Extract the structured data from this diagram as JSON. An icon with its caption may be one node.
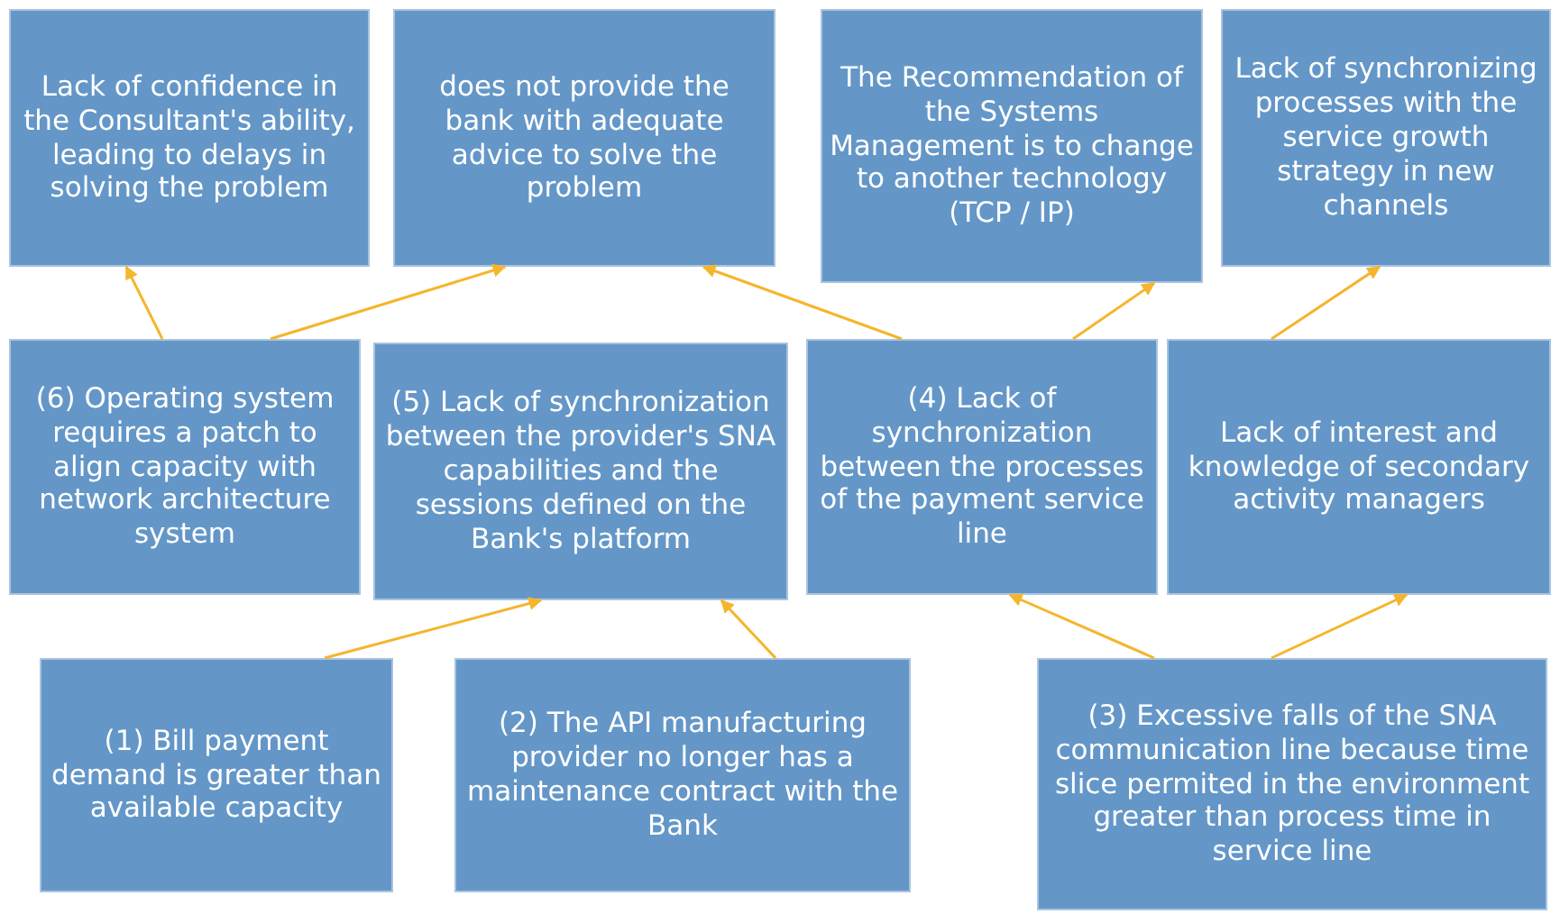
{
  "diagram": {
    "nodes": [
      {
        "text": [
          "Lack of confidence in the Consultant's ability, leading to delays in solving the problem"
        ]
      },
      {
        "text": [
          "does not provide the bank with adequate advice to solve the problem"
        ]
      },
      {
        "text": [
          "The Recommendation of the Systems Management is to change to another technology (TCP / IP)"
        ]
      },
      {
        "text": [
          "Lack of synchronizing processes with the service growth strategy in new channels"
        ]
      },
      {
        "text": [
          "(6) Operating system requires a patch to align capacity with network architecture system"
        ]
      },
      {
        "text": [
          "(5) Lack of synchronization between the provider's SNA capabilities and the sessions defined on the Bank's platform"
        ]
      },
      {
        "text": [
          "(4) Lack of synchronization between the processes of the payment service line"
        ]
      },
      {
        "text": [
          "Lack of interest and knowledge of secondary activity managers"
        ]
      },
      {
        "text": [
          "(1) Bill payment demand is greater than available capacity"
        ]
      },
      {
        "text": [
          "(2) The API manufacturing provider no longer has a maintenance contract with the Bank"
        ]
      },
      {
        "text": [
          "(3) Excessive falls of the SNA communication line because time slice permited in the environment  greater than process time in service line"
        ]
      }
    ],
    "edges": [
      {
        "from": 4,
        "to": 0,
        "arrow": "to"
      },
      {
        "from": 4,
        "to": 1,
        "arrow": "to"
      },
      {
        "from": 6,
        "to": 1,
        "arrow": "to"
      },
      {
        "from": 6,
        "to": 2,
        "arrow": "to"
      },
      {
        "from": 7,
        "to": 3,
        "arrow": "to"
      },
      {
        "from": 8,
        "to": 5,
        "arrow": "to"
      },
      {
        "from": 9,
        "to": 5,
        "arrow": "to"
      },
      {
        "from": 10,
        "to": 6,
        "arrow": "to"
      },
      {
        "from": 10,
        "to": 7,
        "arrow": "to"
      }
    ]
  }
}
